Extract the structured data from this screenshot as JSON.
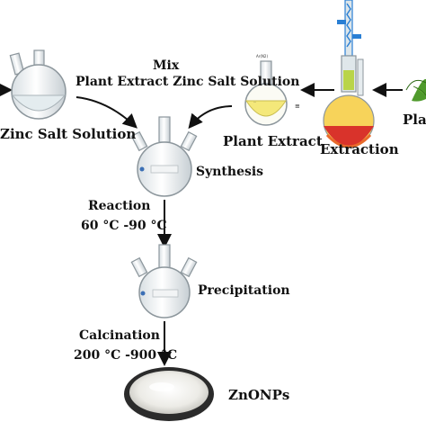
{
  "labels": {
    "zinc_salt": "Zinc Salt Solution",
    "mix_title": "Mix",
    "mix_body": "Plant Extract Zinc Salt Solution",
    "plant_extract": "Plant Extract",
    "extraction": "Extraction",
    "plant": "Plan",
    "synthesis": "Synthesis",
    "reaction": "Reaction",
    "reaction_temp": "60 °C -90 °C",
    "precipitation": "Precipitation",
    "calcination": "Calcination",
    "calcination_temp": "200 °C -900 °C",
    "product": "ZnONPs"
  },
  "colors": {
    "arrow": "#111111",
    "glass": "#9aa3a8",
    "glass_fill": "#eef3f5",
    "extract_yellow": "#f4e87a",
    "heating_red": "#d9332b",
    "column_blue": "#2a7fd4",
    "leaf_green": "#4f9a2c",
    "powder": "#f4f4f2",
    "dish": "#2b2b2b"
  }
}
